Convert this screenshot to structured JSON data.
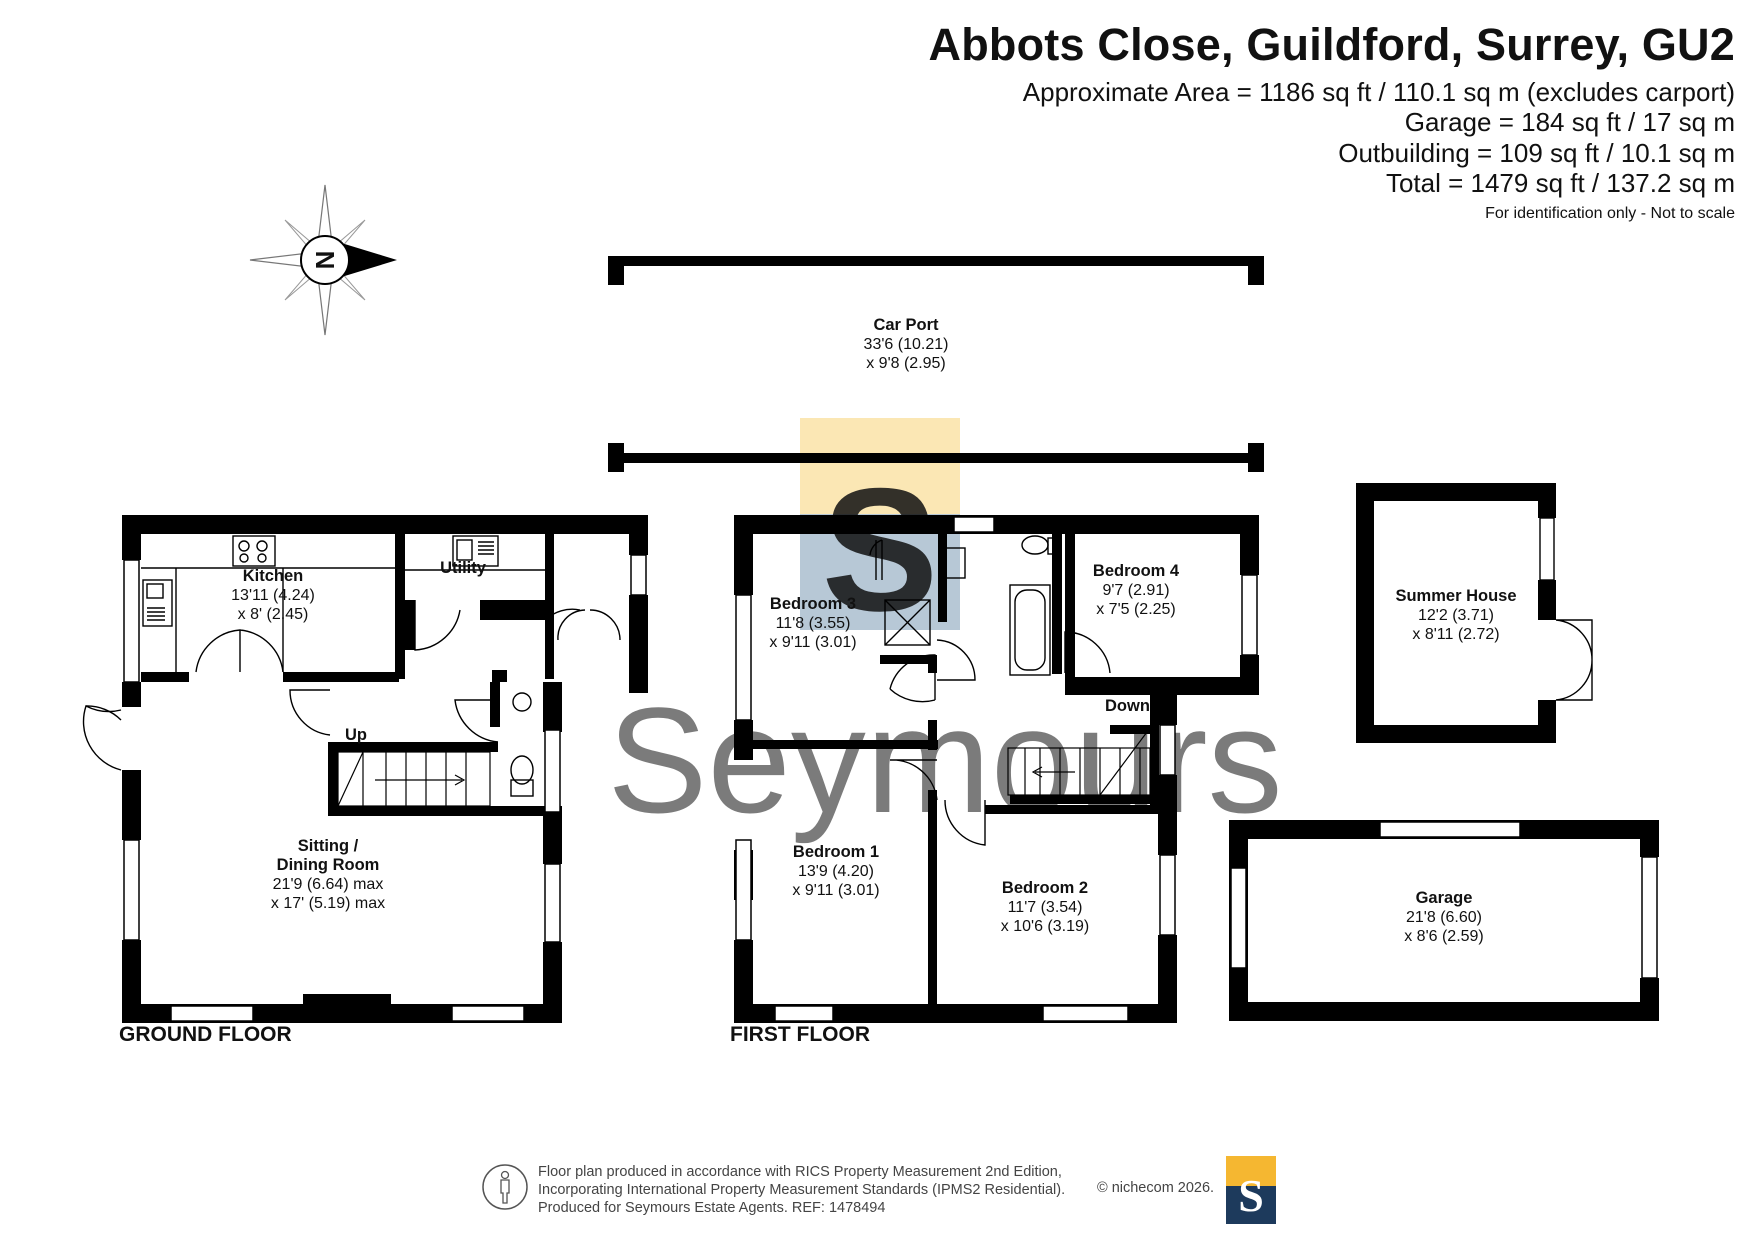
{
  "header": {
    "title": "Abbots Close, Guildford, Surrey, GU2",
    "areas": [
      "Approximate Area = 1186 sq ft / 110.1 sq m (excludes carport)",
      "Garage = 184 sq ft / 17 sq m",
      "Outbuilding = 109 sq ft / 10.1 sq m",
      "Total = 1479 sq ft / 137.2 sq m"
    ],
    "note": "For identification only - Not to scale"
  },
  "compass": {
    "letter": "N",
    "icon": "compass-rose-icon"
  },
  "watermark": {
    "logo_letter": "S",
    "text": "Seymours"
  },
  "floors": {
    "ground": "GROUND FLOOR",
    "first": "FIRST FLOOR"
  },
  "rooms": {
    "carport": {
      "name": "Car Port",
      "dim1": "33'6 (10.21)",
      "dim2": "x 9'8 (2.95)"
    },
    "kitchen": {
      "name": "Kitchen",
      "dim1": "13'11 (4.24)",
      "dim2": "x 8' (2.45)"
    },
    "utility": {
      "name": "Utility"
    },
    "sitting": {
      "name1": "Sitting /",
      "name2": "Dining Room",
      "dim1": "21'9 (6.64) max",
      "dim2": "x 17' (5.19) max"
    },
    "bedroom3": {
      "name": "Bedroom 3",
      "dim1": "11'8 (3.55)",
      "dim2": "x 9'11 (3.01)"
    },
    "bedroom4": {
      "name": "Bedroom 4",
      "dim1": "9'7 (2.91)",
      "dim2": "x 7'5 (2.25)"
    },
    "bedroom1": {
      "name": "Bedroom 1",
      "dim1": "13'9 (4.20)",
      "dim2": "x 9'11 (3.01)"
    },
    "bedroom2": {
      "name": "Bedroom 2",
      "dim1": "11'7 (3.54)",
      "dim2": "x 10'6 (3.19)"
    },
    "summerhouse": {
      "name": "Summer House",
      "dim1": "12'2 (3.71)",
      "dim2": "x 8'11 (2.72)"
    },
    "garage": {
      "name": "Garage",
      "dim1": "21'8 (6.60)",
      "dim2": "x 8'6 (2.59)"
    }
  },
  "stairs": {
    "up": "Up",
    "down": "Down"
  },
  "footer": {
    "line1": "Floor plan produced in accordance with RICS Property Measurement 2nd Edition,",
    "line2": "Incorporating International Property Measurement Standards (IPMS2 Residential).",
    "line3": "Produced for Seymours Estate Agents.   REF: 1478494",
    "copyright": "© nichecom 2026.",
    "logo_letter": "S"
  },
  "colors": {
    "wall": "#000000",
    "logo_yellow": "#f5b731",
    "logo_blue": "#1d3a5c",
    "watermark_blue": "#b7c8d6",
    "watermark_yellow": "#fbe7b4"
  }
}
